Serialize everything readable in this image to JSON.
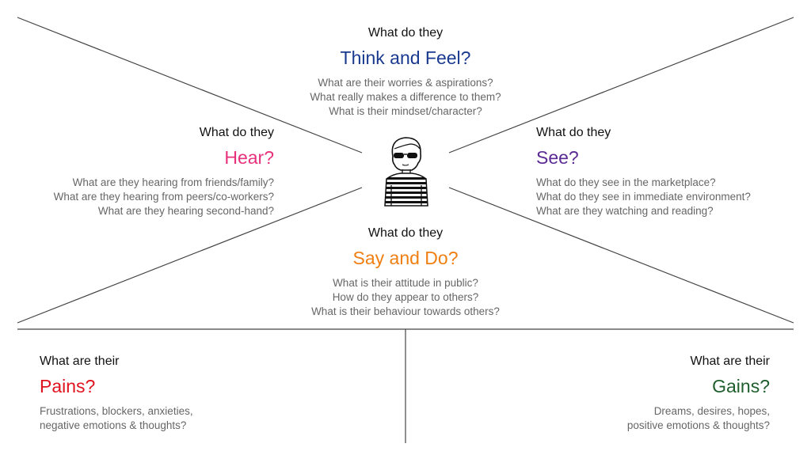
{
  "colors": {
    "think": "#1a3a8f",
    "hear": "#e7317d",
    "see": "#5b2a94",
    "say": "#f07f12",
    "pains": "#e0141e",
    "gains": "#1e5e2c",
    "lines": "#444444"
  },
  "think": {
    "pre": "What do they",
    "title": "Think and Feel?",
    "questions": [
      "What are their worries & aspirations?",
      "What really makes a difference to them?",
      "What is their mindset/character?"
    ]
  },
  "hear": {
    "pre": "What do they",
    "title": "Hear?",
    "questions": [
      "What are they hearing from friends/family?",
      "What are they hearing from peers/co-workers?",
      "What are they hearing second-hand?"
    ]
  },
  "see": {
    "pre": "What do they",
    "title": "See?",
    "questions": [
      "What do they see in the marketplace?",
      "What do they see in immediate environment?",
      "What are they watching and reading?"
    ]
  },
  "say": {
    "pre": "What do they",
    "title": "Say and Do?",
    "questions": [
      "What is their attitude in public?",
      "How do they appear to others?",
      "What is their behaviour towards others?"
    ]
  },
  "pains": {
    "pre": "What are their",
    "title": "Pains?",
    "questions": [
      "Frustrations, blockers, anxieties,",
      "negative emotions & thoughts?"
    ]
  },
  "gains": {
    "pre": "What are their",
    "title": "Gains?",
    "questions": [
      "Dreams, desires, hopes,",
      "positive emotions & thoughts?"
    ]
  },
  "persona": {
    "icon": "persona-sunglasses-striped-shirt-icon"
  }
}
